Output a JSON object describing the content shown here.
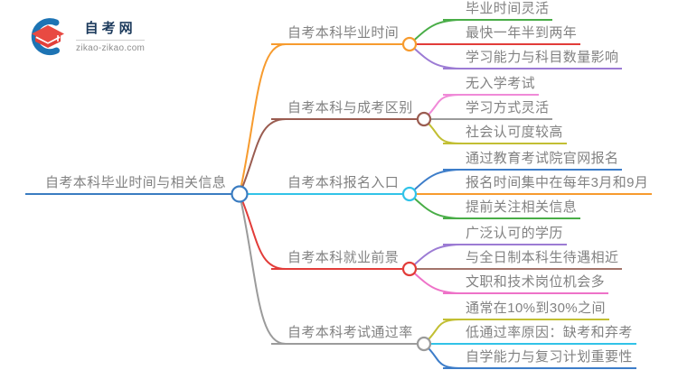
{
  "logo": {
    "title": "自考网",
    "domain": "zikao-zikao.com",
    "icon": "graduation-cap-icon",
    "swoosh_color": "#1d74b4",
    "cap_color": "#e6413c",
    "title_color": "#1c3a5c"
  },
  "mindmap": {
    "root": {
      "label": "自考本科毕业时间与相关信息",
      "color": "#3a7cc1"
    },
    "branches": [
      {
        "label": "自考本科毕业时间",
        "color": "#f79b2e",
        "children": [
          {
            "label": "毕业时间灵活",
            "color": "#49ad47"
          },
          {
            "label": "最快一年半到两年",
            "color": "#e23c39"
          },
          {
            "label": "学习能力与科目数量影响",
            "color": "#9c7bd4"
          }
        ]
      },
      {
        "label": "自考本科与成考区别",
        "color": "#9a5c50",
        "children": [
          {
            "label": "无入学考试",
            "color": "#f08ad8"
          },
          {
            "label": "学习方式灵活",
            "color": "#9b9b9b"
          },
          {
            "label": "社会认可度较高",
            "color": "#c2bf33"
          }
        ]
      },
      {
        "label": "自考本科报名入口",
        "color": "#31c3e8",
        "children": [
          {
            "label": "通过教育考试院官网报名",
            "color": "#3d7dc9"
          },
          {
            "label": "报名时间集中在每年3月和9月",
            "color": "#f79b2e"
          },
          {
            "label": "提前关注相关信息",
            "color": "#49ad47"
          }
        ]
      },
      {
        "label": "自考本科就业前景",
        "color": "#e23c39",
        "children": [
          {
            "label": "广泛认可的学历",
            "color": "#9c7bd4"
          },
          {
            "label": "与全日制本科生待遇相近",
            "color": "#a3746a"
          },
          {
            "label": "文职和技术岗位机会多",
            "color": "#ee72c8"
          }
        ]
      },
      {
        "label": "自考本科考试通过率",
        "color": "#9b9b9b",
        "children": [
          {
            "label": "通常在10%到30%之间",
            "color": "#c2bf33"
          },
          {
            "label": "低通过率原因：缺考和弃考",
            "color": "#31c3e8"
          },
          {
            "label": "自学能力与复习计划重要性",
            "color": "#3d7dc9"
          }
        ]
      }
    ]
  }
}
